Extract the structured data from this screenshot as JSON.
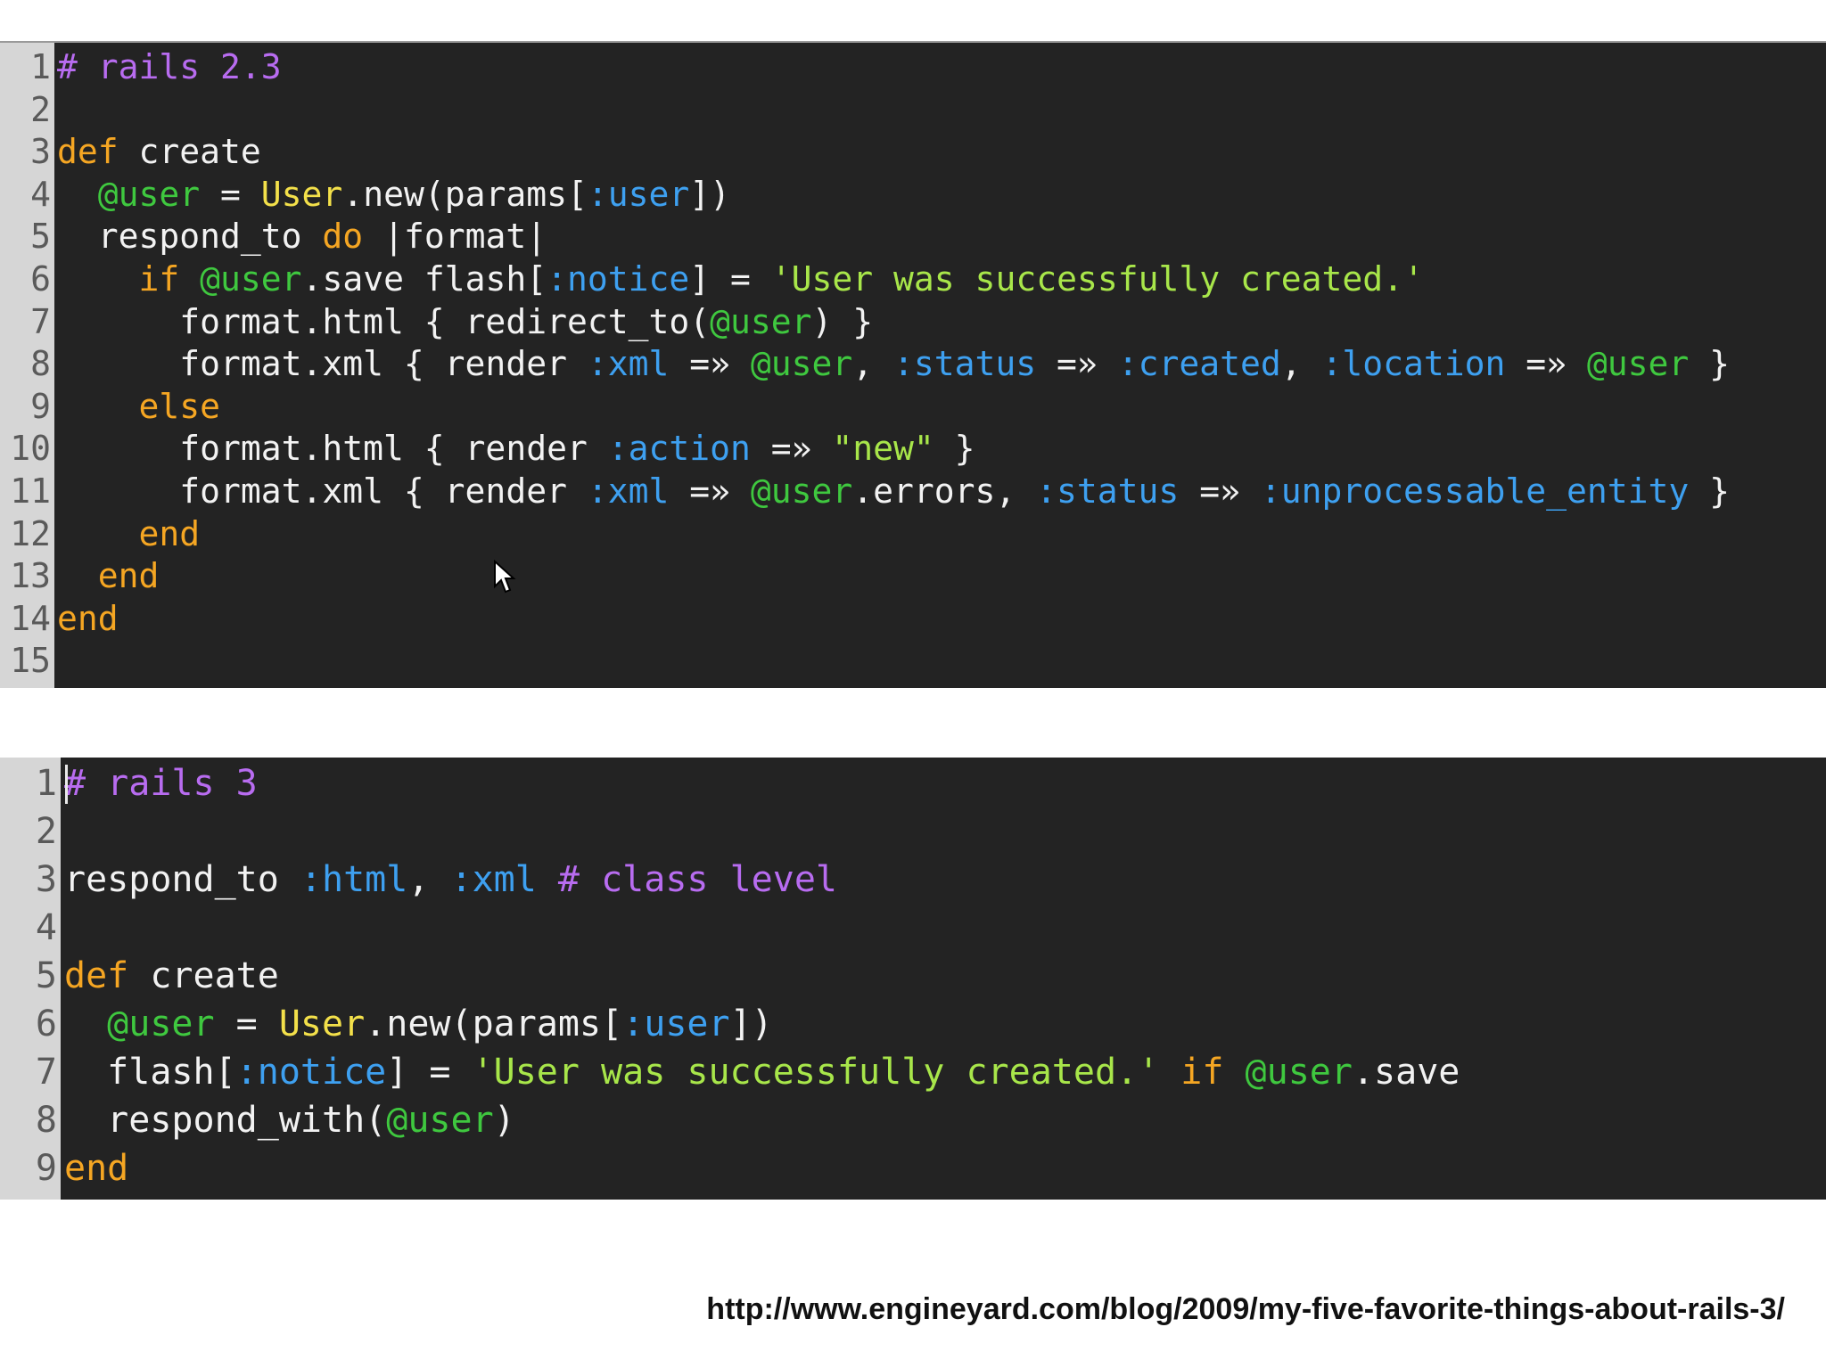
{
  "editor_top": {
    "lines": [
      [
        {
          "t": "# rails 2.3",
          "c": "comment"
        }
      ],
      [],
      [
        {
          "t": "def",
          "c": "keyword"
        },
        {
          "t": " create",
          "c": "plain"
        }
      ],
      [
        {
          "t": "  ",
          "c": "plain"
        },
        {
          "t": "@user",
          "c": "ivar"
        },
        {
          "t": " = ",
          "c": "plain"
        },
        {
          "t": "User",
          "c": "const"
        },
        {
          "t": ".new(params[",
          "c": "plain"
        },
        {
          "t": ":user",
          "c": "symbol"
        },
        {
          "t": "])",
          "c": "plain"
        }
      ],
      [
        {
          "t": "  respond_to ",
          "c": "plain"
        },
        {
          "t": "do",
          "c": "keyword"
        },
        {
          "t": " |format|",
          "c": "plain"
        }
      ],
      [
        {
          "t": "    ",
          "c": "plain"
        },
        {
          "t": "if",
          "c": "keyword"
        },
        {
          "t": " ",
          "c": "plain"
        },
        {
          "t": "@user",
          "c": "ivar"
        },
        {
          "t": ".save flash[",
          "c": "plain"
        },
        {
          "t": ":notice",
          "c": "symbol"
        },
        {
          "t": "] = ",
          "c": "plain"
        },
        {
          "t": "'User was successfully created.'",
          "c": "string"
        }
      ],
      [
        {
          "t": "      format.html { redirect_to(",
          "c": "plain"
        },
        {
          "t": "@user",
          "c": "ivar"
        },
        {
          "t": ") }",
          "c": "plain"
        }
      ],
      [
        {
          "t": "      format.xml { render ",
          "c": "plain"
        },
        {
          "t": ":xml",
          "c": "symbol"
        },
        {
          "t": " =» ",
          "c": "plain"
        },
        {
          "t": "@user",
          "c": "ivar"
        },
        {
          "t": ", ",
          "c": "plain"
        },
        {
          "t": ":status",
          "c": "symbol"
        },
        {
          "t": " =» ",
          "c": "plain"
        },
        {
          "t": ":created",
          "c": "symbol"
        },
        {
          "t": ", ",
          "c": "plain"
        },
        {
          "t": ":location",
          "c": "symbol"
        },
        {
          "t": " =» ",
          "c": "plain"
        },
        {
          "t": "@user",
          "c": "ivar"
        },
        {
          "t": " }",
          "c": "plain"
        }
      ],
      [
        {
          "t": "    ",
          "c": "plain"
        },
        {
          "t": "else",
          "c": "keyword"
        }
      ],
      [
        {
          "t": "      format.html { render ",
          "c": "plain"
        },
        {
          "t": ":action",
          "c": "symbol"
        },
        {
          "t": " =» ",
          "c": "plain"
        },
        {
          "t": "\"new\"",
          "c": "string"
        },
        {
          "t": " }",
          "c": "plain"
        }
      ],
      [
        {
          "t": "      format.xml { render ",
          "c": "plain"
        },
        {
          "t": ":xml",
          "c": "symbol"
        },
        {
          "t": " =» ",
          "c": "plain"
        },
        {
          "t": "@user",
          "c": "ivar"
        },
        {
          "t": ".errors, ",
          "c": "plain"
        },
        {
          "t": ":status",
          "c": "symbol"
        },
        {
          "t": " =» ",
          "c": "plain"
        },
        {
          "t": ":unprocessable_entity",
          "c": "symbol"
        },
        {
          "t": " }",
          "c": "plain"
        }
      ],
      [
        {
          "t": "    ",
          "c": "plain"
        },
        {
          "t": "end",
          "c": "keyword"
        }
      ],
      [
        {
          "t": "  ",
          "c": "plain"
        },
        {
          "t": "end",
          "c": "keyword"
        }
      ],
      [
        {
          "t": "end",
          "c": "keyword"
        }
      ],
      []
    ]
  },
  "editor_bottom": {
    "lines": [
      [
        {
          "t": "# rails 3",
          "c": "comment"
        }
      ],
      [],
      [
        {
          "t": "respond_to ",
          "c": "plain"
        },
        {
          "t": ":html",
          "c": "symbol"
        },
        {
          "t": ", ",
          "c": "plain"
        },
        {
          "t": ":xml",
          "c": "symbol"
        },
        {
          "t": " ",
          "c": "plain"
        },
        {
          "t": "# class level",
          "c": "comment"
        }
      ],
      [],
      [
        {
          "t": "def",
          "c": "keyword"
        },
        {
          "t": " create",
          "c": "plain"
        }
      ],
      [
        {
          "t": "  ",
          "c": "plain"
        },
        {
          "t": "@user",
          "c": "ivar"
        },
        {
          "t": " = ",
          "c": "plain"
        },
        {
          "t": "User",
          "c": "const"
        },
        {
          "t": ".new(params[",
          "c": "plain"
        },
        {
          "t": ":user",
          "c": "symbol"
        },
        {
          "t": "])",
          "c": "plain"
        }
      ],
      [
        {
          "t": "  flash[",
          "c": "plain"
        },
        {
          "t": ":notice",
          "c": "symbol"
        },
        {
          "t": "] = ",
          "c": "plain"
        },
        {
          "t": "'User was successfully created.'",
          "c": "string"
        },
        {
          "t": " ",
          "c": "plain"
        },
        {
          "t": "if",
          "c": "keyword"
        },
        {
          "t": " ",
          "c": "plain"
        },
        {
          "t": "@user",
          "c": "ivar"
        },
        {
          "t": ".save",
          "c": "plain"
        }
      ],
      [
        {
          "t": "  respond_with(",
          "c": "plain"
        },
        {
          "t": "@user",
          "c": "ivar"
        },
        {
          "t": ")",
          "c": "plain"
        }
      ],
      [
        {
          "t": "end",
          "c": "keyword"
        }
      ]
    ]
  },
  "source_url": "http://www.engineyard.com/blog/2009/my-five-favorite-things-about-rails-3/"
}
